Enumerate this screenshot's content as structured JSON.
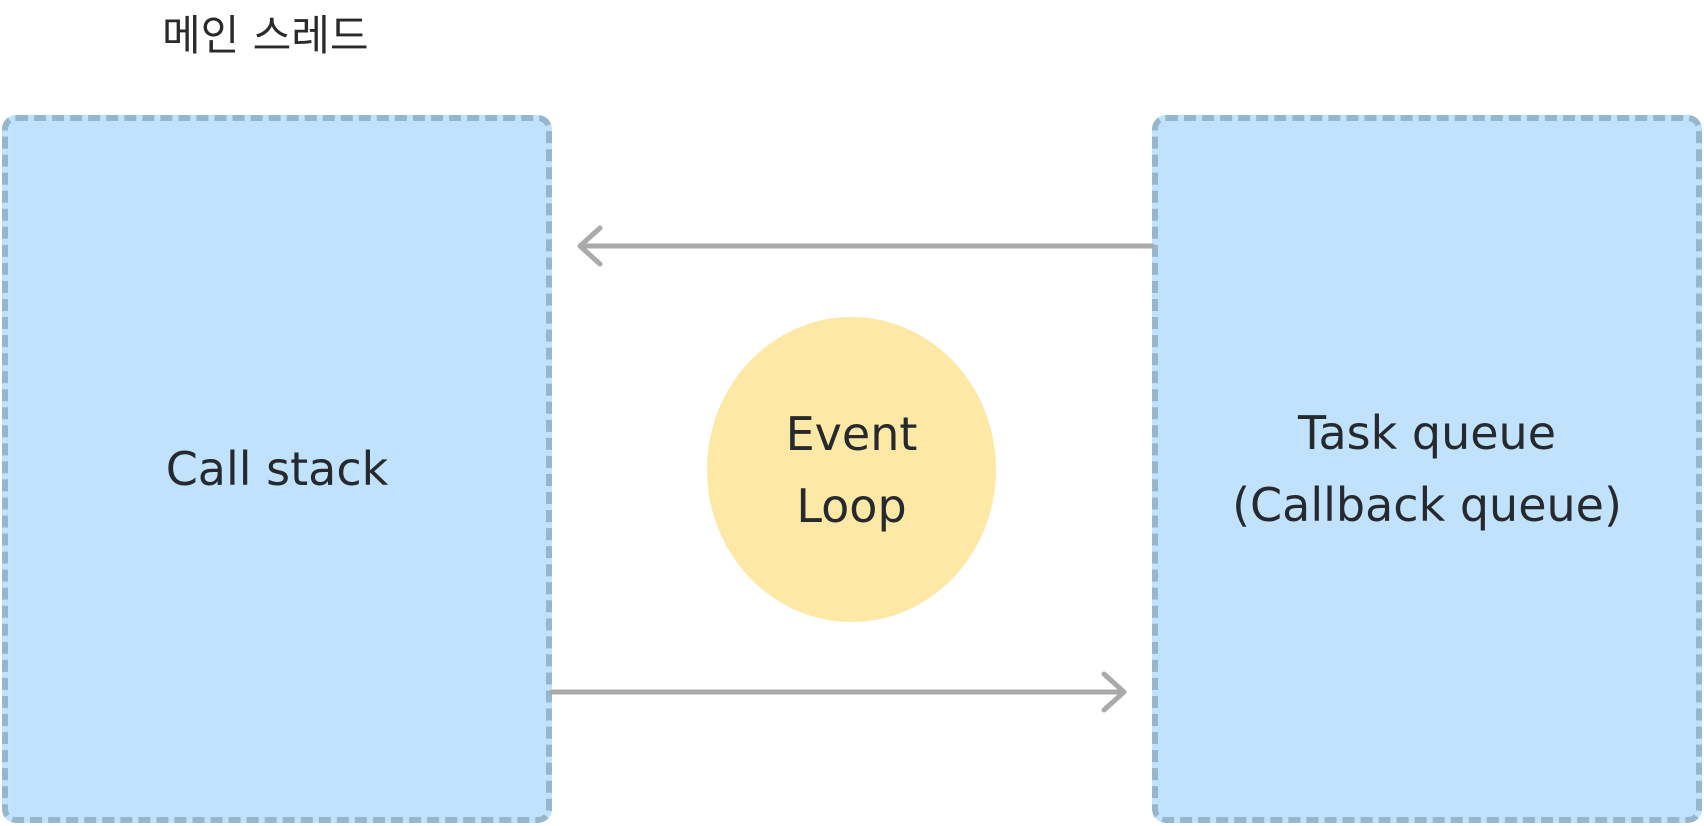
{
  "title": "메인 스레드",
  "call_stack": {
    "label": "Call stack"
  },
  "task_queue": {
    "line1": "Task queue",
    "line2": "(Callback queue)"
  },
  "event_loop": {
    "line1": "Event",
    "line2": "Loop"
  },
  "colors": {
    "box_fill": "#c0e2fc",
    "box_border": "#95b6cc",
    "circle_fill": "#fee8a6",
    "arrow": "#aaaaaa",
    "text": "#262a2e"
  }
}
